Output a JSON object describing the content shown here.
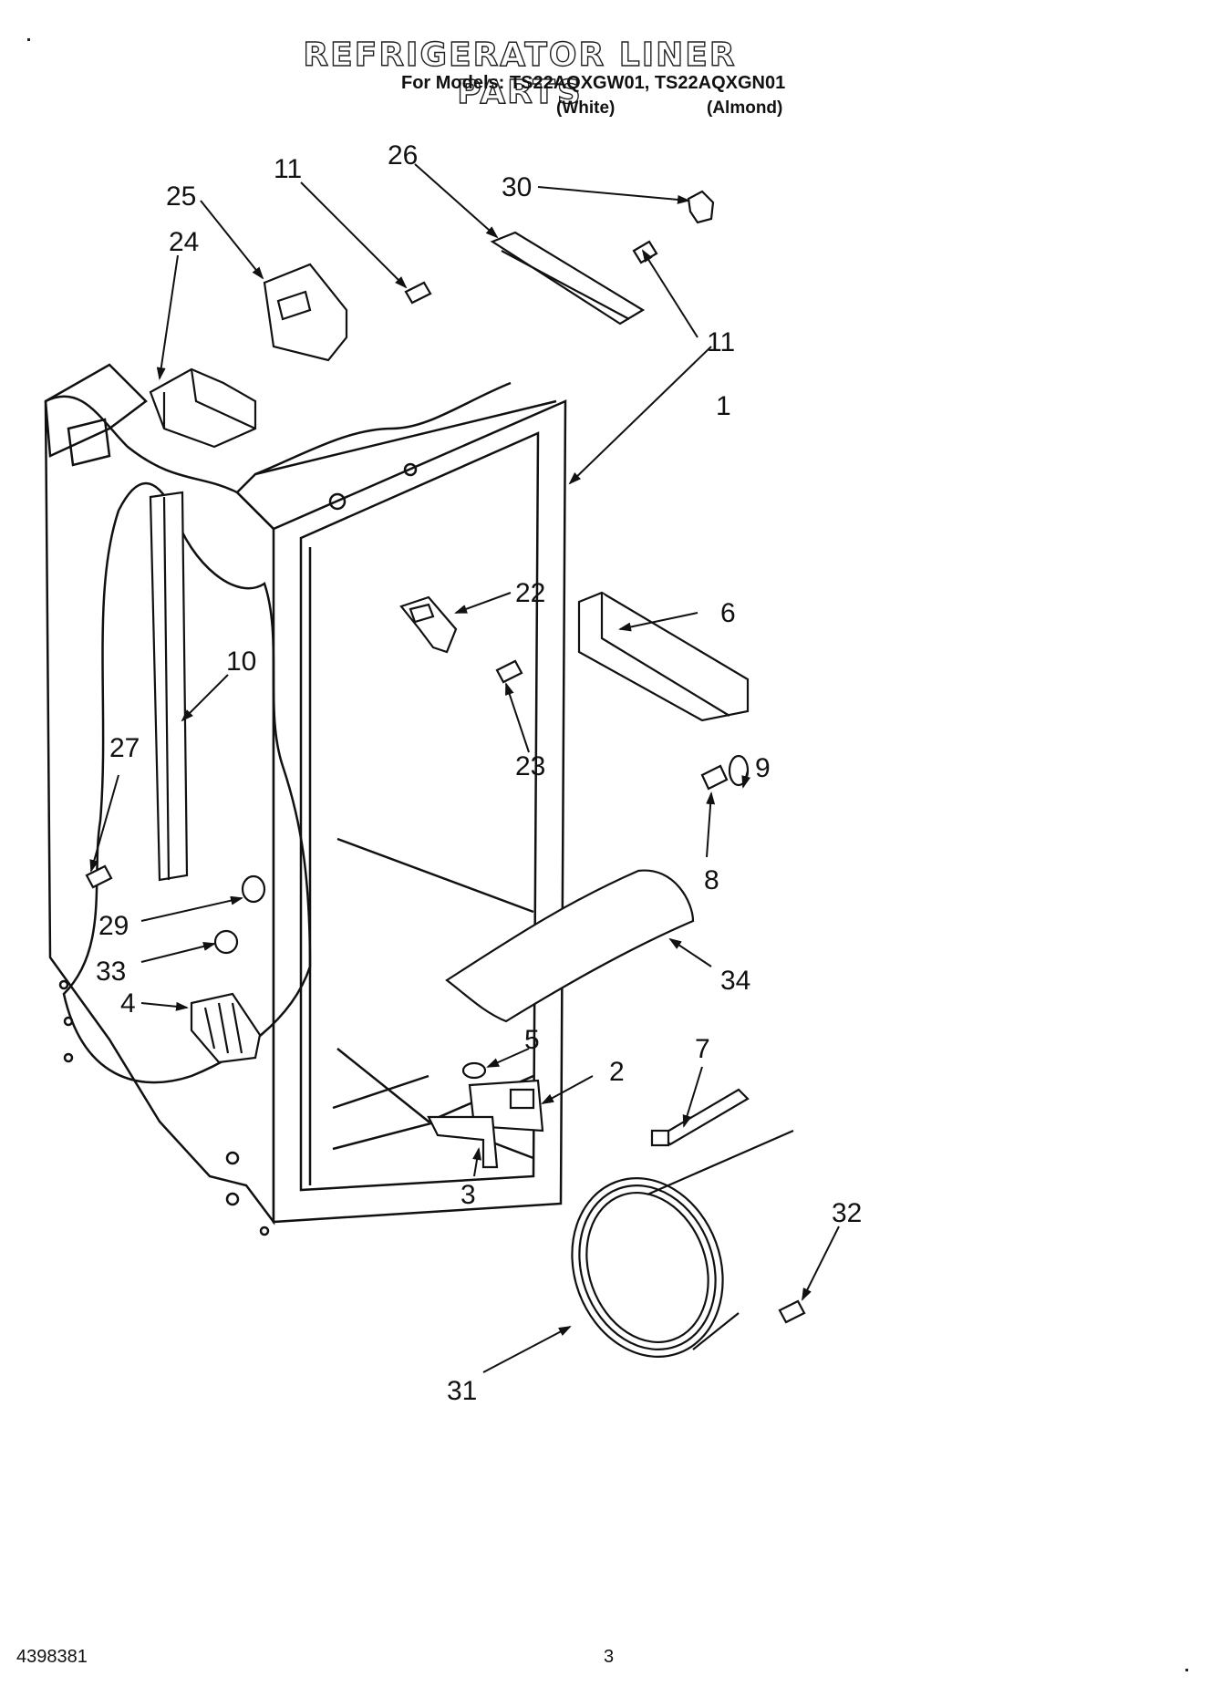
{
  "header": {
    "title": "REFRIGERATOR LINER PARTS",
    "models_line": "For Models: TS22AQXGW01, TS22AQXGN01",
    "variant_white": "(White)",
    "variant_almond": "(Almond)"
  },
  "callouts": [
    "11",
    "26",
    "30",
    "25",
    "24",
    "11",
    "1",
    "22",
    "6",
    "10",
    "23",
    "9",
    "27",
    "8",
    "29",
    "34",
    "33",
    "4",
    "5",
    "2",
    "7",
    "3",
    "32",
    "31"
  ],
  "footer": {
    "doc_number": "4398381",
    "page_number": "3"
  }
}
